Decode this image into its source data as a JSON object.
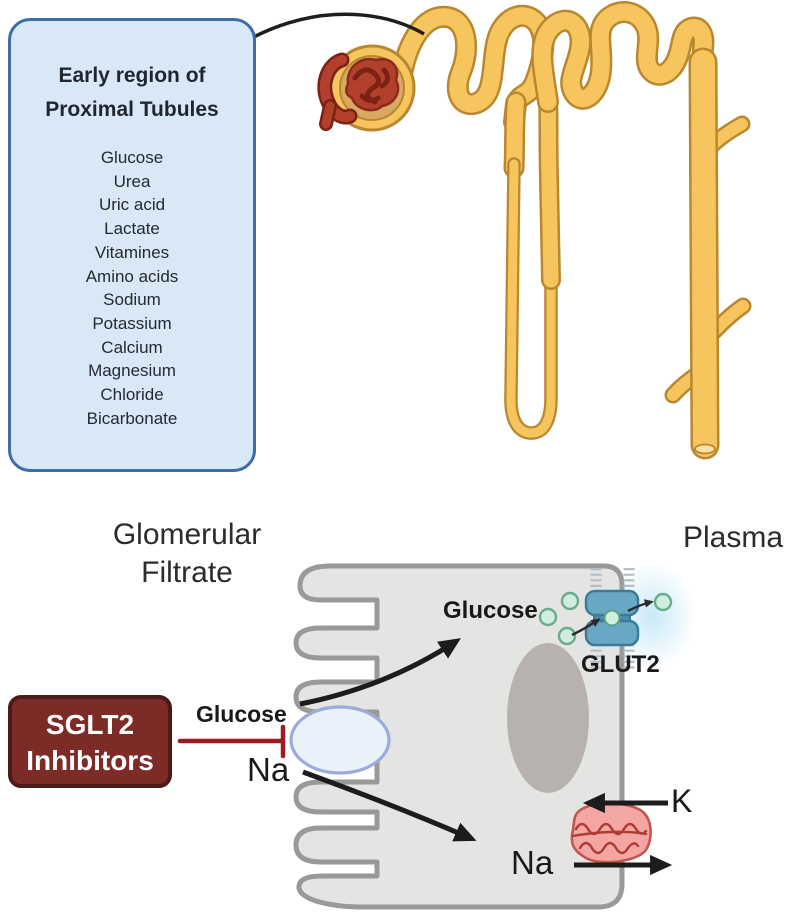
{
  "top_panel": {
    "callout": {
      "title_line1": "Early region of",
      "title_line2": "Proximal Tubules",
      "solutes": [
        "Glucose",
        "Urea",
        "Uric acid",
        "Lactate",
        "Vitamines",
        "Amino acids",
        "Sodium",
        "Potassium",
        "Calcium",
        "Magnesium",
        "Chloride",
        "Bicarbonate"
      ]
    },
    "illustration": "nephron"
  },
  "bottom_panel": {
    "filtrate_label_line1": "Glomerular",
    "filtrate_label_line2": "Filtrate",
    "plasma_label": "Plasma",
    "inhibitor_box_line1": "SGLT2",
    "inhibitor_box_line2": "Inhibitors",
    "glucose_filtrate_label": "Glucose",
    "na_filtrate_label": "Na",
    "glucose_cell_label": "Glucose",
    "glut2_label": "GLUT2",
    "k_label": "K",
    "na_cell_label": "Na"
  },
  "colors": {
    "callout_fill": "#d9e8f7",
    "callout_border": "#3e6da6",
    "tubule_fill": "#f7c55e",
    "tubule_outline": "#b9872e",
    "capsule_interior": "#d9a865",
    "glomerular_tuft": "#b2402c",
    "tuft_dark": "#7d2115",
    "inhibitor_fill": "#7d2b27",
    "inhibitor_border": "#4c1b17",
    "inhibition_line": "#9e1b22",
    "cell_fill": "#e4e4e2",
    "cell_stroke": "#999997",
    "nucleus": "#b7b2ad",
    "sglt_transporter_fill": "#e9f1fb",
    "sglt_transporter_stroke": "#9bacd9",
    "glut2_fill": "#69a8c4",
    "glut2_dark": "#4f8dab",
    "glut2_stroke": "#3c7b98",
    "glucose_dot_fill": "#cfeede",
    "glucose_dot_stroke": "#6aab8e",
    "pump_fill": "#f4a7a2",
    "pump_stroke": "#c4554e",
    "arrow": "#1c1c1c"
  }
}
